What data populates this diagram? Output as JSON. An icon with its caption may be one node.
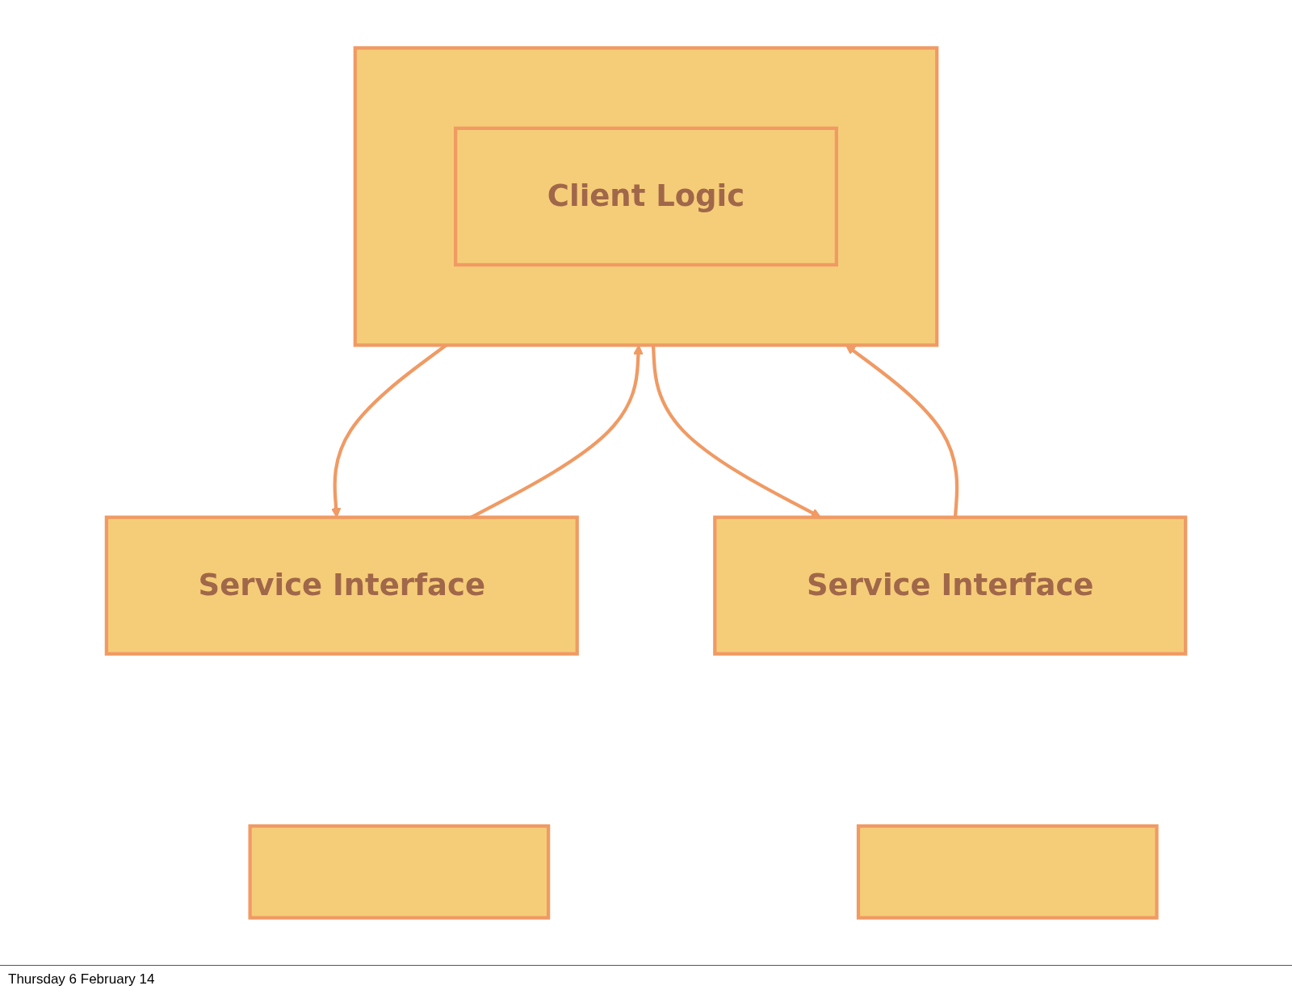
{
  "diagram": {
    "nodes": [
      {
        "text": [],
        "shape": "box"
      },
      {
        "text": [
          "Client Logic"
        ],
        "in": 0
      },
      {
        "text": [],
        "shape": "box"
      },
      {
        "text": [
          "Service Interface"
        ]
      },
      {
        "text": [],
        "shape": "box"
      },
      {
        "text": [
          "Service Interface"
        ]
      }
    ],
    "edges": [
      {
        "from": 0,
        "to": 3,
        "arrow": "to"
      },
      {
        "from": 3,
        "to": 0,
        "arrow": "to"
      },
      {
        "from": 0,
        "to": 5,
        "arrow": "to"
      },
      {
        "from": 5,
        "to": 0,
        "arrow": "to"
      }
    ],
    "labels": [
      "Thursday 6 February 14"
    ]
  }
}
